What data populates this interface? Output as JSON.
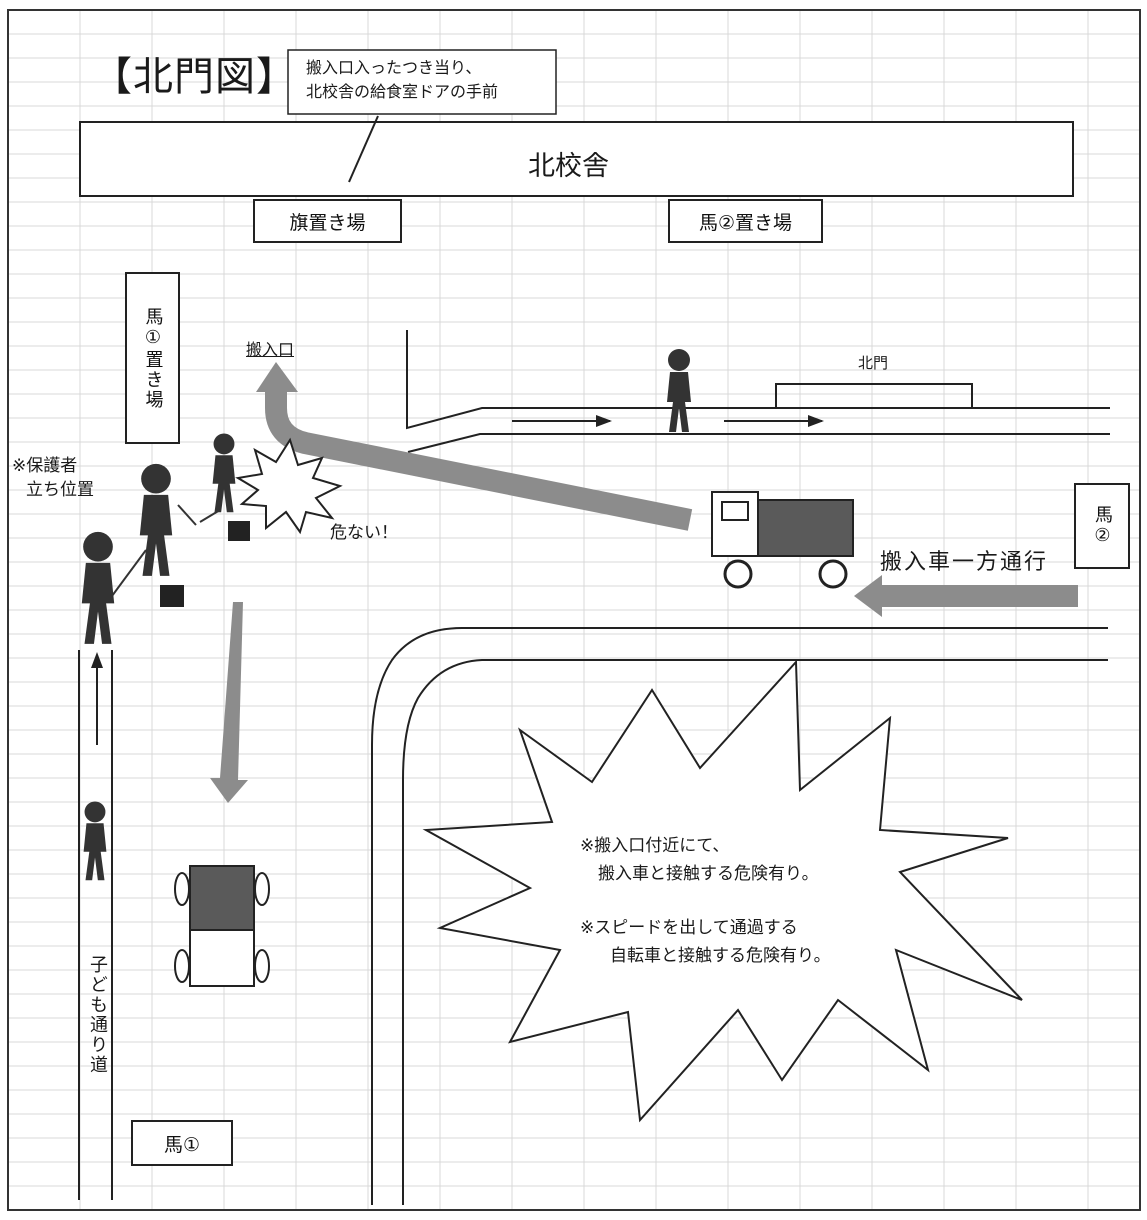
{
  "title": "【北門図】",
  "callout": [
    "搬入口入ったつき当り、",
    "北校舎の給食室ドアの手前"
  ],
  "north_building": "北校舎",
  "flag_storage": "旗置き場",
  "horse2_storage": "馬②置き場",
  "horse1_storage": "馬①置き場",
  "entrance_label": "搬入口",
  "north_gate": "北門",
  "guardian_position": [
    "※保護者",
    "立ち位置"
  ],
  "danger": "危ない！",
  "one_way": "搬入車一方通行",
  "horse2": "馬②",
  "horse1": "馬①",
  "children_path": "子ども通り道",
  "warning_1": [
    "※搬入口付近にて、",
    "搬入車と接触する危険有り。"
  ],
  "warning_2": [
    "※スピードを出して通過する",
    "自転車と接触する危険有り。"
  ],
  "colors": {
    "arrow": "#8c8c8c",
    "figure": "#333333",
    "grid": "#d9d9d9",
    "vehicle": "#5a5a5a"
  }
}
